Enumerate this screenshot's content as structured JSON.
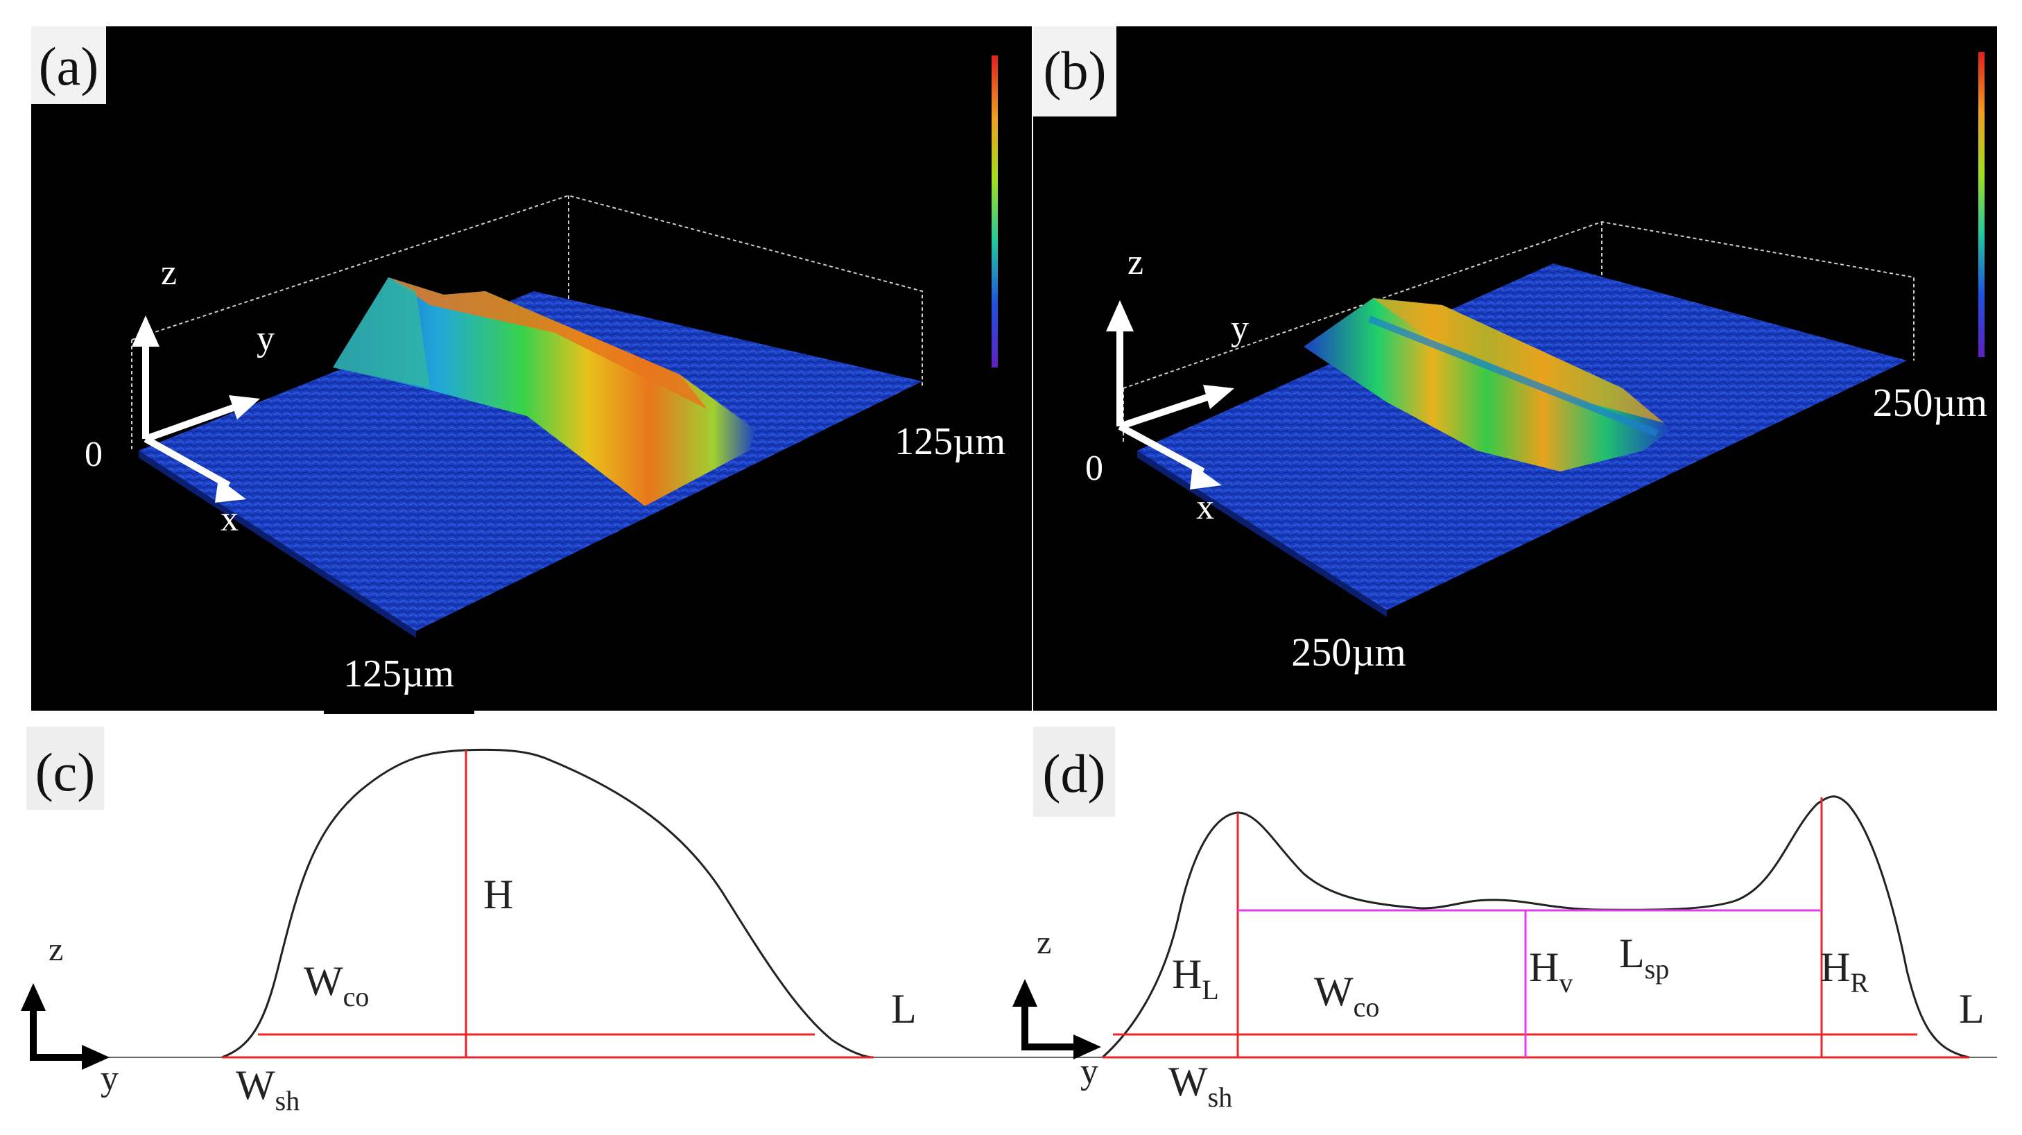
{
  "panels": {
    "a": {
      "label": "(a)",
      "axes": {
        "z": "z",
        "y": "y",
        "x": "x",
        "origin": "0"
      },
      "dims": {
        "right": "125µm",
        "bottom": "125µm"
      }
    },
    "b": {
      "label": "(b)",
      "axes": {
        "z": "z",
        "y": "y",
        "x": "x",
        "origin": "0"
      },
      "dims": {
        "right": "250µm",
        "bottom": "250µm"
      }
    },
    "c": {
      "label": "(c)",
      "axes": {
        "z": "z",
        "y": "y"
      },
      "H": "H",
      "Wco": {
        "base": "W",
        "sub": "co"
      },
      "Wsh": {
        "base": "W",
        "sub": "sh"
      },
      "L": "L"
    },
    "d": {
      "label": "(d)",
      "axes": {
        "z": "z",
        "y": "y"
      },
      "HL": {
        "base": "H",
        "sub": "L"
      },
      "Wco": {
        "base": "W",
        "sub": "co"
      },
      "Hv": {
        "base": "H",
        "sub": "v"
      },
      "Lsp": {
        "base": "L",
        "sub": "sp"
      },
      "HR": {
        "base": "H",
        "sub": "R"
      },
      "Wsh": {
        "base": "W",
        "sub": "sh"
      },
      "L": "L"
    }
  },
  "colors": {
    "background_3d": "#000000",
    "surface_low": "#1a3fc4",
    "surface_mid": "#1fd06a",
    "surface_high": "#e8761c",
    "measure_red": "#e8262a",
    "measure_magenta": "#e23ce8",
    "profile": "#222222"
  }
}
